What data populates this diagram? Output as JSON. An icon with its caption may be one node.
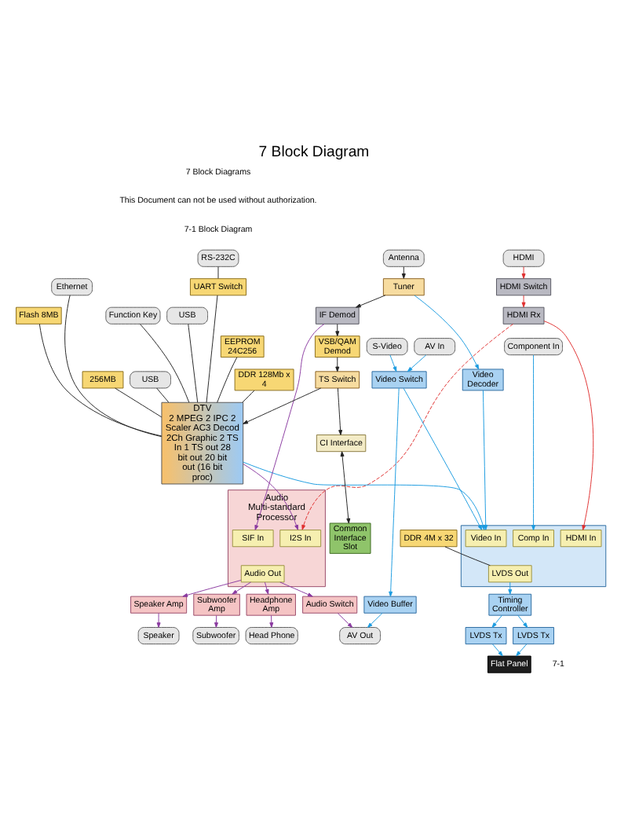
{
  "diagram": {
    "title": "7 Block Diagram",
    "nodes": [
      {
        "text": [
          "RS-232C"
        ]
      },
      {
        "text": [
          "Ethernet"
        ]
      },
      {
        "text": [
          "Function Key"
        ]
      },
      {
        "text": [
          "USB"
        ]
      },
      {
        "text": [
          "HDMI"
        ]
      },
      {
        "text": [
          "Flat Panel"
        ]
      },
      {
        "text": [
          "Head Phone"
        ]
      },
      {
        "text": [
          "Speaker"
        ]
      },
      {
        "text": [
          "Subwoofer"
        ]
      },
      {
        "text": [
          "UART Switch"
        ]
      },
      {
        "text": [
          "Flash 8MB"
        ]
      },
      {
        "text": [
          "EEPROM 24C256"
        ]
      },
      {
        "text": [
          "DDR 128Mb x 4"
        ]
      },
      {
        "text": [
          "256MB"
        ]
      },
      {
        "text": [
          "HDMI Switch"
        ]
      },
      {
        "text": [
          "HDMI Rx"
        ]
      },
      {
        "text": [
          "LVDS Tx"
        ]
      },
      {
        "text": [
          "LVDS Tx"
        ]
      },
      {
        "text": [
          "Timing Controller"
        ]
      },
      {
        "text": [
          "DDR 4M x 32"
        ]
      },
      {
        "text": [
          "Headphone Amp"
        ]
      },
      {
        "text": [
          "Speaker Amp"
        ]
      },
      {
        "text": [
          "Subwoofer Amp"
        ]
      },
      {
        "text": [
          "DTV",
          "2 MPEG 2 IPC 2 Scaler AC3 Decod 2Ch Graphic 2 TS In 1 TS out 28 bit out 20 bit out (16 bit proc)"
        ]
      },
      {
        "text": [],
        "shape": "box"
      },
      {
        "text": [
          "Video In"
        ],
        "in": 24
      },
      {
        "text": [
          "HDMI In"
        ],
        "in": 24
      },
      {
        "text": [
          "Comp In"
        ],
        "in": 24
      },
      {
        "text": [
          "LVDS Out"
        ],
        "in": 24
      },
      {
        "text": [
          "Audio Multi-standard Processor"
        ]
      },
      {
        "text": [
          "I2S In"
        ],
        "in": 29
      },
      {
        "text": [
          "SIF In"
        ],
        "in": 29
      },
      {
        "text": [
          "Audio Out"
        ],
        "in": 29
      },
      {
        "text": [
          "Audio Switch"
        ]
      },
      {
        "text": [
          "Tuner"
        ]
      },
      {
        "text": [
          "IF Demod"
        ]
      },
      {
        "text": [
          "VSB/QAM Demod"
        ]
      },
      {
        "text": [
          "TS Switch"
        ]
      },
      {
        "text": [
          "CI Interface"
        ]
      },
      {
        "text": [
          "Common Interface Slot"
        ]
      },
      {
        "text": [
          "Video Decoder"
        ]
      },
      {
        "text": [
          "Video Switch"
        ]
      },
      {
        "text": [
          "Video Buffer"
        ]
      },
      {
        "text": [
          "Antenna"
        ]
      },
      {
        "text": [
          "USB"
        ]
      },
      {
        "text": [
          "Component In"
        ]
      },
      {
        "text": [
          "AV In"
        ]
      },
      {
        "text": [
          "S-Video"
        ]
      },
      {
        "text": [
          "AV Out"
        ]
      }
    ],
    "edges": [
      {
        "from": 0,
        "to": 9,
        "arrow": "none"
      },
      {
        "from": 9,
        "to": 23,
        "arrow": "none"
      },
      {
        "from": 10,
        "to": 23,
        "arrow": "none"
      },
      {
        "from": 11,
        "to": 23,
        "arrow": "none"
      },
      {
        "from": 12,
        "to": 23,
        "arrow": "none"
      },
      {
        "from": 13,
        "to": 23,
        "arrow": "none"
      },
      {
        "from": 2,
        "to": 23,
        "arrow": "none"
      },
      {
        "from": 1,
        "to": 23,
        "arrow": "none"
      },
      {
        "from": 3,
        "to": 23,
        "arrow": "none"
      },
      {
        "from": 4,
        "to": 14,
        "arrow": "to",
        "color": "#e03030"
      },
      {
        "from": 14,
        "to": 15,
        "arrow": "to",
        "color": "#e03030"
      },
      {
        "from": 15,
        "to": 26,
        "arrow": "to",
        "color": "#e03030"
      },
      {
        "from": 23,
        "to": 25,
        "arrow": "to",
        "color": "#1a9be0"
      },
      {
        "from": 28,
        "to": 18,
        "arrow": "to",
        "color": "#1a9be0"
      },
      {
        "from": 18,
        "to": 16,
        "arrow": "to",
        "color": "#1a9be0"
      },
      {
        "from": 18,
        "to": 17,
        "arrow": "to",
        "color": "#1a9be0"
      },
      {
        "from": 16,
        "to": 5,
        "arrow": "to",
        "color": "#1a9be0"
      },
      {
        "from": 17,
        "to": 5,
        "arrow": "to",
        "color": "#1a9be0"
      },
      {
        "from": 19,
        "to": 28,
        "arrow": "none"
      },
      {
        "from": 15,
        "to": 30,
        "arrow": "to",
        "style": "dashed",
        "color": "#e03030"
      },
      {
        "from": 23,
        "to": 30,
        "arrow": "to",
        "color": "#8a3aa0"
      },
      {
        "from": 32,
        "to": 20,
        "arrow": "to",
        "color": "#8a3aa0"
      },
      {
        "from": 32,
        "to": 21,
        "arrow": "to",
        "color": "#8a3aa0"
      },
      {
        "from": 32,
        "to": 22,
        "arrow": "to",
        "color": "#8a3aa0"
      },
      {
        "from": 20,
        "to": 6,
        "arrow": "to",
        "color": "#8a3aa0"
      },
      {
        "from": 21,
        "to": 7,
        "arrow": "to",
        "color": "#8a3aa0"
      },
      {
        "from": 22,
        "to": 8,
        "arrow": "to",
        "color": "#8a3aa0"
      },
      {
        "from": 43,
        "to": 34,
        "arrow": "to"
      },
      {
        "from": 34,
        "to": 35,
        "arrow": "to"
      },
      {
        "from": 35,
        "to": 36,
        "arrow": "to"
      },
      {
        "from": 36,
        "to": 37,
        "arrow": "to"
      },
      {
        "from": 37,
        "to": 23,
        "arrow": "to"
      },
      {
        "from": 37,
        "to": 38,
        "arrow": "to"
      },
      {
        "from": 38,
        "to": 39,
        "arrow": "both"
      },
      {
        "from": 35,
        "to": 31,
        "arrow": "to",
        "color": "#8a3aa0"
      },
      {
        "from": 34,
        "to": 40,
        "arrow": "to",
        "color": "#1a9be0"
      },
      {
        "from": 40,
        "to": 25,
        "arrow": "to",
        "color": "#1a9be0"
      },
      {
        "from": 45,
        "to": 27,
        "arrow": "to",
        "color": "#1a9be0"
      },
      {
        "from": 46,
        "to": 41,
        "arrow": "to",
        "color": "#1a9be0"
      },
      {
        "from": 47,
        "to": 41,
        "arrow": "to",
        "color": "#1a9be0"
      },
      {
        "from": 41,
        "to": 25,
        "arrow": "to",
        "color": "#1a9be0"
      },
      {
        "from": 41,
        "to": 42,
        "arrow": "to",
        "color": "#1a9be0"
      },
      {
        "from": 42,
        "to": 48,
        "arrow": "to",
        "color": "#1a9be0"
      },
      {
        "from": 32,
        "to": 33,
        "arrow": "to",
        "color": "#8a3aa0"
      },
      {
        "from": 33,
        "to": 48,
        "arrow": "to",
        "color": "#8a3aa0"
      },
      {
        "from": 44,
        "to": 23,
        "arrow": "none"
      }
    ],
    "labels": [
      "7 Block Diagrams",
      "This Document can not be used without authorization.",
      "7-1 Block Diagram",
      "7-1"
    ]
  }
}
